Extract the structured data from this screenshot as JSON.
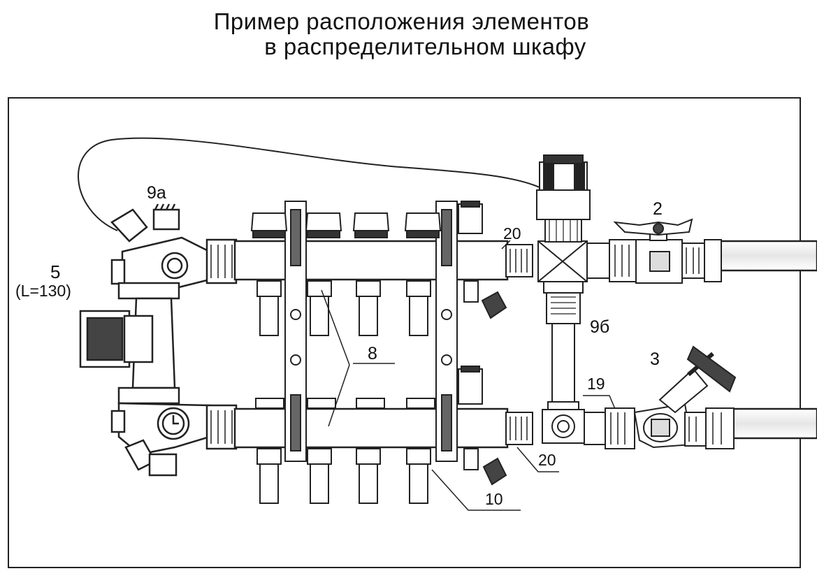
{
  "title": {
    "line1": "Пример расположения элементов",
    "line2": "в распределительном шкафу"
  },
  "labels": {
    "l_9a": "9а",
    "l_5": "5",
    "l_5_sub": "(L=130)",
    "l_2": "2",
    "l_20_top": "20",
    "l_9b": "9б",
    "l_8": "8",
    "l_3": "3",
    "l_19": "19",
    "l_20_bottom": "20",
    "l_10": "10"
  }
}
